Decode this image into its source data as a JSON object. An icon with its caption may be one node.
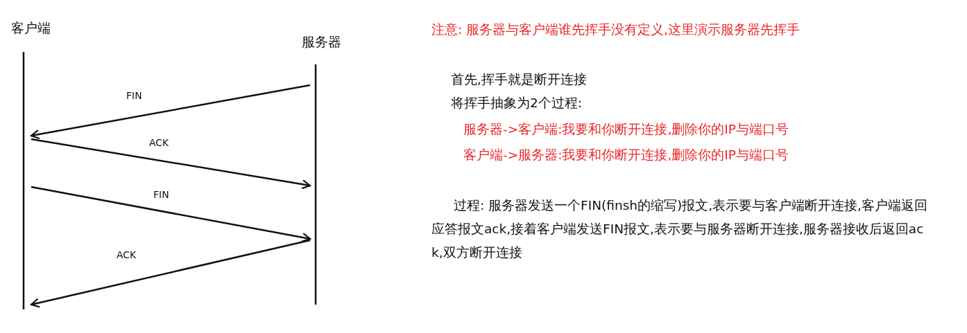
{
  "diagram": {
    "nodes": [
      {
        "text": [
          "客户端"
        ]
      },
      {
        "text": [
          "服务器"
        ]
      }
    ],
    "edges": [
      {
        "from": 1,
        "to": 0,
        "arrow": "to",
        "label": "FIN"
      },
      {
        "from": 0,
        "to": 1,
        "arrow": "to",
        "label": "ACK"
      },
      {
        "from": 0,
        "to": 1,
        "arrow": "to",
        "label": "FIN"
      },
      {
        "from": 1,
        "to": 0,
        "arrow": "to",
        "label": "ACK"
      }
    ],
    "labels": [
      "注意: 服务器与客户端谁先挥手没有定义,这里演示服务器先挥手",
      "首先,挥手就是断开连接",
      "将挥手抽象为2个过程:",
      "服务器->客户端:我要和你断开连接,删除你的IP与端口号",
      "客户端->服务器:我要和你断开连接,删除你的IP与端口号",
      "过程: 服务器发送一个FIN(finsh的缩写)报文,表示要与客户端断开连接,客户端返回应答报文ack,接着客户端发送FIN报文,表示要与服务器断开连接,服务器接收后返回ack,双方断开连接"
    ]
  }
}
